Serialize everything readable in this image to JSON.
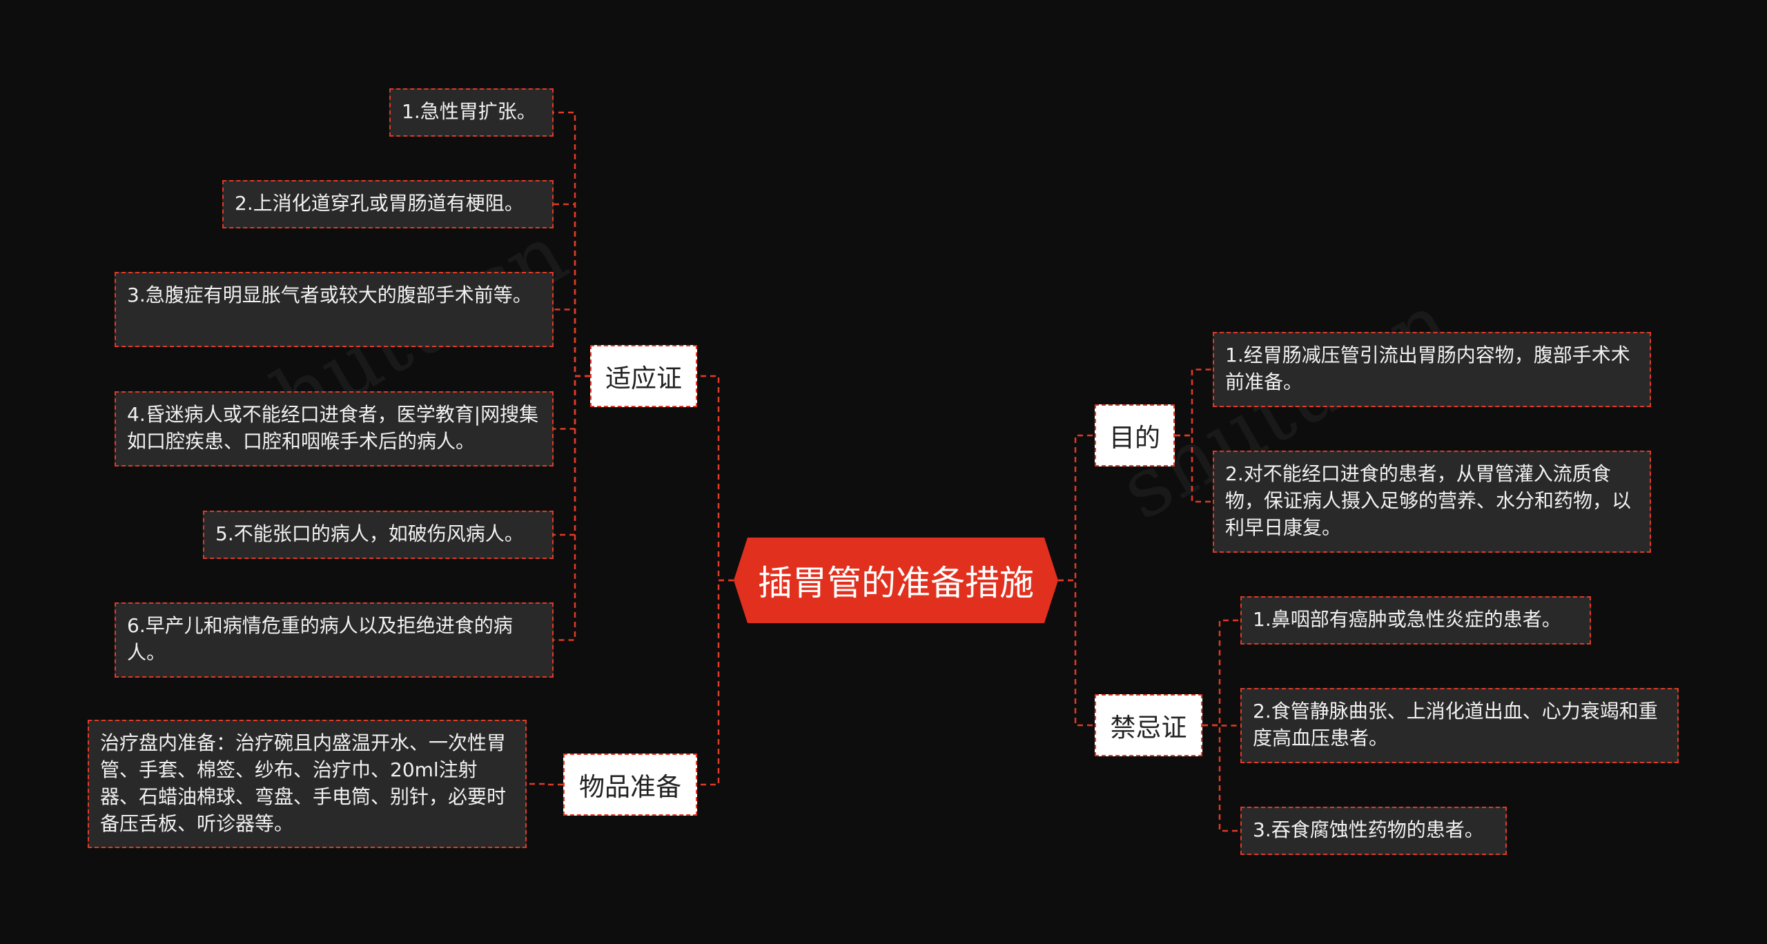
{
  "root": {
    "label": "插胃管的准备措施",
    "color": "#e2301e"
  },
  "branches": {
    "indications": {
      "label": "适应证",
      "items": [
        "1.急性胃扩张。",
        "2.上消化道穿孔或胃肠道有梗阻。",
        "3.急腹症有明显胀气者或较大的腹部手术前等。",
        "4.昏迷病人或不能经口进食者，医学教育|网搜集如口腔疾患、口腔和咽喉手术后的病人。",
        "5.不能张口的病人，如破伤风病人。",
        "6.早产儿和病情危重的病人以及拒绝进食的病人。"
      ]
    },
    "supplies": {
      "label": "物品准备",
      "items": [
        "治疗盘内准备：治疗碗且内盛温开水、一次性胃管、手套、棉签、纱布、治疗巾、20ml注射器、石蜡油棉球、弯盘、手电筒、别针，必要时备压舌板、听诊器等。"
      ]
    },
    "purpose": {
      "label": "目的",
      "items": [
        "1.经胃肠减压管引流出胃肠内容物，腹部手术术前准备。",
        "2.对不能经口进食的患者，从胃管灌入流质食物，保证病人摄入足够的营养、水分和药物，以利早日康复。"
      ]
    },
    "contraindications": {
      "label": "禁忌证",
      "items": [
        "1.鼻咽部有癌肿或急性炎症的患者。",
        "2.食管静脉曲张、上消化道出血、心力衰竭和重度高血压患者。",
        "3.吞食腐蚀性药物的患者。"
      ]
    }
  },
  "style": {
    "line_color": "#e23a26",
    "background": "#0d0d0d",
    "leaf_fill": "#292929"
  }
}
